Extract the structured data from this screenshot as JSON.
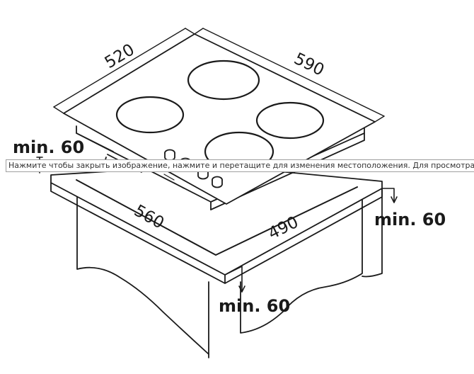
{
  "dimensions": {
    "hob_width": "520",
    "hob_depth": "590",
    "cutout_width": "560",
    "cutout_depth": "490"
  },
  "clearances": {
    "left": "min. 60",
    "right": "min. 60",
    "bottom": "min. 60"
  },
  "tooltip": {
    "text": "Нажмите чтобы закрыть изображение, нажмите и перетащите для изменения местоположения. Для просмотра изображения"
  },
  "colors": {
    "line": "#1a1a1a",
    "background": "#ffffff"
  }
}
